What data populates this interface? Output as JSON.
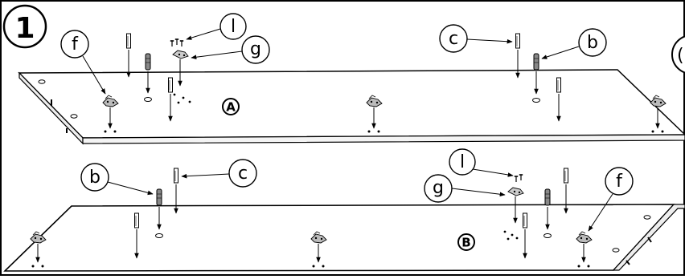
{
  "step": {
    "number": "1",
    "next_partial": "("
  },
  "panels": [
    {
      "label": "A"
    },
    {
      "label": "B"
    }
  ],
  "callouts": {
    "top_l": "l",
    "top_g": "g",
    "top_f": "f",
    "top_c": "c",
    "top_b": "b",
    "bottom_b": "b",
    "bottom_c": "c",
    "bottom_l": "l",
    "bottom_g": "g",
    "bottom_f": "f"
  },
  "colors": {
    "line": "#000000",
    "panel_fill": "#ffffff",
    "hardware": "#666666"
  }
}
